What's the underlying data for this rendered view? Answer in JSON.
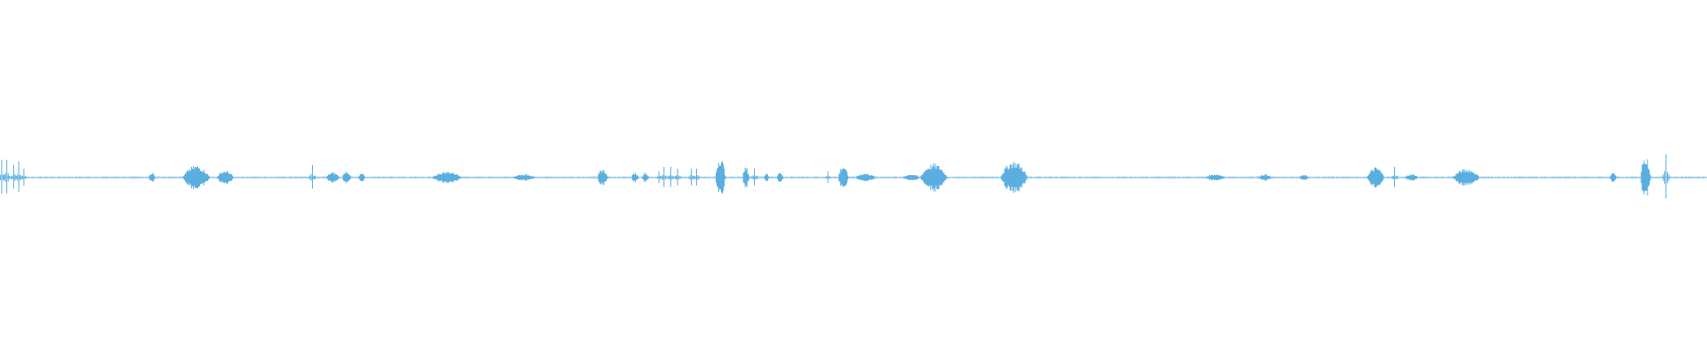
{
  "waveform": {
    "color": "#5aaee0",
    "background": "#ffffff",
    "segments": [
      {
        "pos": 0.001,
        "amp": 0.1,
        "kind": "spike"
      },
      {
        "pos": 0.004,
        "amp": 0.1,
        "kind": "spike"
      },
      {
        "pos": 0.008,
        "amp": 0.07,
        "kind": "spike"
      },
      {
        "pos": 0.011,
        "amp": 0.09,
        "kind": "spike"
      },
      {
        "pos": 0.014,
        "amp": 0.05,
        "kind": "spike"
      },
      {
        "pos": 0.089,
        "amp": 0.03,
        "kind": "burst",
        "width": 0.004
      },
      {
        "pos": 0.115,
        "amp": 0.07,
        "kind": "burst",
        "width": 0.016
      },
      {
        "pos": 0.132,
        "amp": 0.04,
        "kind": "burst",
        "width": 0.01
      },
      {
        "pos": 0.183,
        "amp": 0.07,
        "kind": "spike"
      },
      {
        "pos": 0.195,
        "amp": 0.03,
        "kind": "burst",
        "width": 0.008
      },
      {
        "pos": 0.203,
        "amp": 0.04,
        "kind": "burst",
        "width": 0.005
      },
      {
        "pos": 0.212,
        "amp": 0.025,
        "kind": "burst",
        "width": 0.004
      },
      {
        "pos": 0.262,
        "amp": 0.035,
        "kind": "burst",
        "width": 0.018
      },
      {
        "pos": 0.307,
        "amp": 0.02,
        "kind": "burst",
        "width": 0.014
      },
      {
        "pos": 0.353,
        "amp": 0.05,
        "kind": "burst",
        "width": 0.006
      },
      {
        "pos": 0.372,
        "amp": 0.03,
        "kind": "burst",
        "width": 0.004
      },
      {
        "pos": 0.378,
        "amp": 0.03,
        "kind": "burst",
        "width": 0.004
      },
      {
        "pos": 0.386,
        "amp": 0.035,
        "kind": "spike"
      },
      {
        "pos": 0.389,
        "amp": 0.06,
        "kind": "spike"
      },
      {
        "pos": 0.393,
        "amp": 0.06,
        "kind": "spike"
      },
      {
        "pos": 0.397,
        "amp": 0.05,
        "kind": "spike"
      },
      {
        "pos": 0.405,
        "amp": 0.05,
        "kind": "spike"
      },
      {
        "pos": 0.408,
        "amp": 0.05,
        "kind": "spike"
      },
      {
        "pos": 0.422,
        "amp": 0.12,
        "kind": "burst",
        "width": 0.006
      },
      {
        "pos": 0.437,
        "amp": 0.06,
        "kind": "burst",
        "width": 0.004
      },
      {
        "pos": 0.442,
        "amp": 0.05,
        "kind": "spike"
      },
      {
        "pos": 0.449,
        "amp": 0.03,
        "kind": "burst",
        "width": 0.003
      },
      {
        "pos": 0.457,
        "amp": 0.03,
        "kind": "burst",
        "width": 0.004
      },
      {
        "pos": 0.485,
        "amp": 0.035,
        "kind": "spike"
      },
      {
        "pos": 0.494,
        "amp": 0.07,
        "kind": "burst",
        "width": 0.006
      },
      {
        "pos": 0.507,
        "amp": 0.025,
        "kind": "burst",
        "width": 0.012
      },
      {
        "pos": 0.534,
        "amp": 0.02,
        "kind": "burst",
        "width": 0.01
      },
      {
        "pos": 0.547,
        "amp": 0.08,
        "kind": "burst",
        "width": 0.016
      },
      {
        "pos": 0.594,
        "amp": 0.095,
        "kind": "burst",
        "width": 0.016
      },
      {
        "pos": 0.712,
        "amp": 0.02,
        "kind": "burst",
        "width": 0.012
      },
      {
        "pos": 0.741,
        "amp": 0.02,
        "kind": "burst",
        "width": 0.008
      },
      {
        "pos": 0.764,
        "amp": 0.015,
        "kind": "burst",
        "width": 0.006
      },
      {
        "pos": 0.806,
        "amp": 0.06,
        "kind": "burst",
        "width": 0.01
      },
      {
        "pos": 0.817,
        "amp": 0.06,
        "kind": "spike"
      },
      {
        "pos": 0.827,
        "amp": 0.02,
        "kind": "burst",
        "width": 0.008
      },
      {
        "pos": 0.859,
        "amp": 0.05,
        "kind": "burst",
        "width": 0.016
      },
      {
        "pos": 0.945,
        "amp": 0.03,
        "kind": "burst",
        "width": 0.004
      },
      {
        "pos": 0.964,
        "amp": 0.13,
        "kind": "burst",
        "width": 0.006
      },
      {
        "pos": 0.976,
        "amp": 0.13,
        "kind": "spike"
      }
    ]
  }
}
